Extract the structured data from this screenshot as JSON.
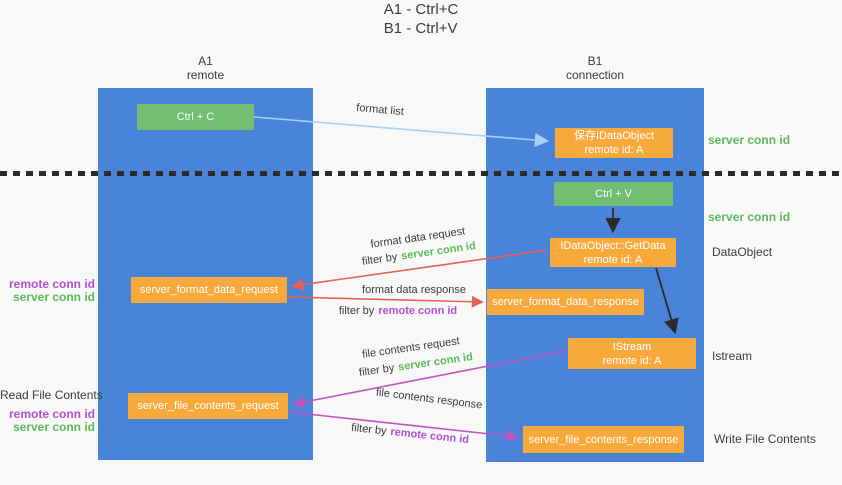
{
  "title": {
    "line1": "A1 - Ctrl+C",
    "line2": "B1 - Ctrl+V"
  },
  "columns": {
    "a1": {
      "name": "A1",
      "subtitle": "remote"
    },
    "b1": {
      "name": "B1",
      "subtitle": "connection"
    }
  },
  "nodes": {
    "ctrl_c": {
      "label": "Ctrl + C"
    },
    "ctrl_v": {
      "label": "Ctrl + V"
    },
    "save_dataobject": {
      "line1": "保存IDataObject",
      "line2": "remote id: A"
    },
    "getdata": {
      "line1": "IDataObject::GetData",
      "line2": "remote id: A"
    },
    "istream": {
      "line1": "IStream",
      "line2": "remote id: A"
    },
    "server_format_data_request": {
      "label": "server_format_data_request"
    },
    "server_format_data_response": {
      "label": "server_format_data_response"
    },
    "server_file_contents_request": {
      "label": "server_file_contents_request"
    },
    "server_file_contents_response": {
      "label": "server_file_contents_response"
    }
  },
  "annotations": {
    "right": {
      "server_conn_id_1": "server conn id",
      "server_conn_id_2": "server conn id",
      "dataobject": "DataObject",
      "istream": "Istream",
      "write_file_contents": "Write File Contents"
    },
    "left": {
      "remote_conn_id_1": "remote conn id",
      "server_conn_id_1": "server conn id",
      "read_file_contents": "Read File Contents",
      "remote_conn_id_2": "remote conn id",
      "server_conn_id_2": "server conn id"
    }
  },
  "flows": {
    "format_list": {
      "label": "format list"
    },
    "format_data_request": {
      "label": "format data request",
      "filter_prefix": "filter by",
      "filter_key": "server conn id"
    },
    "format_data_response": {
      "label": "format data response",
      "filter_prefix": "filter by",
      "filter_key": "remote conn id"
    },
    "file_contents_request": {
      "label": "file contents request",
      "filter_prefix": "filter by",
      "filter_key": "server conn id"
    },
    "file_contents_response": {
      "label": "file contents response",
      "filter_prefix": "filter by",
      "filter_key": "remote conn id"
    }
  },
  "colors": {
    "background": "#f8f8f8",
    "column_blue": "#4a84d8",
    "node_green": "#71bd71",
    "node_orange": "#f7a93c",
    "arrow_blue": "#a8d0f0",
    "arrow_red": "#e86158",
    "arrow_magenta": "#c153c1",
    "arrow_black": "#2b2b2b",
    "text_green": "#5cb95c",
    "text_purple": "#b450d0",
    "text_dark": "#3b3b3b"
  }
}
